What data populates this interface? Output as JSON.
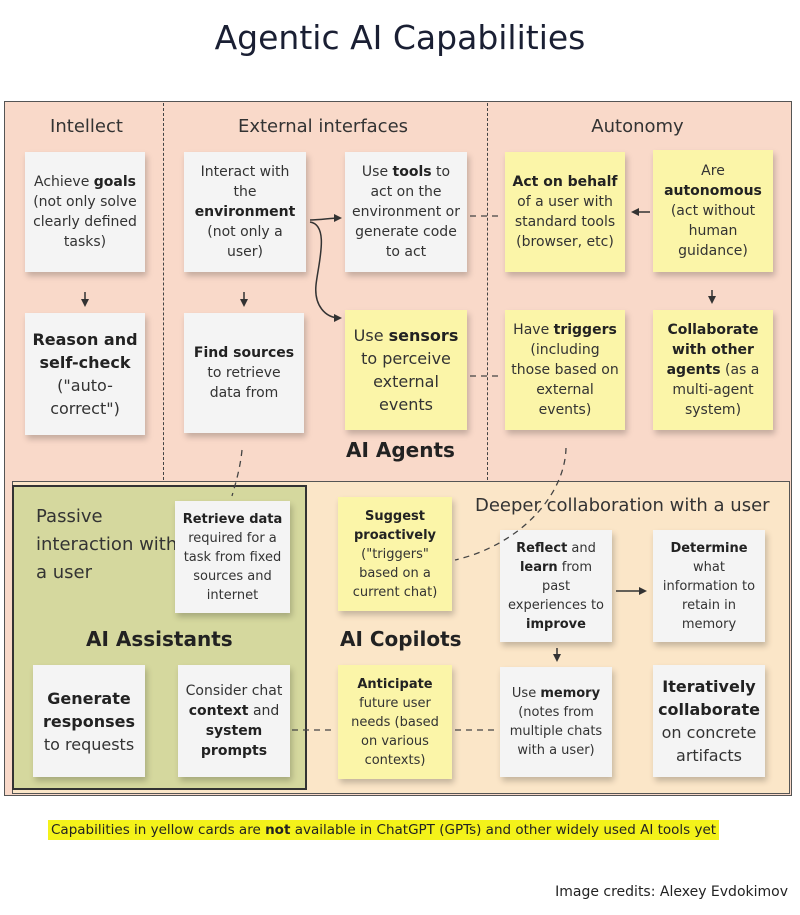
{
  "title": "Agentic AI Capabilities",
  "sections": {
    "intellect": "Intellect",
    "external": "External interfaces",
    "autonomy": "Autonomy"
  },
  "zones": {
    "agents": "AI Agents",
    "assistants": "AI Assistants",
    "copilots": "AI Copilots",
    "passive": "Passive interaction with a user",
    "deeper": "Deeper collaboration with a user"
  },
  "cards": {
    "goals": {
      "t1": "Achieve ",
      "b1": "goals",
      "t2": " (not only solve clearly defined tasks)"
    },
    "reason": {
      "b1": "Reason and self-check",
      "t1": " (\"auto-correct\")"
    },
    "interact": {
      "t1": "Interact with the ",
      "b1": "environment",
      "t2": " (not only a user)"
    },
    "find": {
      "b1": "Find sources",
      "t1": " to retrieve data from"
    },
    "tools": {
      "t1": "Use ",
      "b1": "tools",
      "t2": "  to act on the environment or generate code to act"
    },
    "sensors": {
      "t1": "Use ",
      "b1": "sensors",
      "t2": " to perceive external events"
    },
    "behalf": {
      "b1": "Act on behalf",
      "t1": " of a user with standard tools (browser, etc)"
    },
    "autonomous": {
      "t1": "Are ",
      "b1": "autonomous",
      "t2": " (act without human guidance)"
    },
    "triggers": {
      "t1": "Have ",
      "b1": "triggers",
      "t2": " (including those based on external events)"
    },
    "collab": {
      "b1": "Collaborate with other agents",
      "t1": " (as a multi-agent system)"
    },
    "retrieve": {
      "b1": "Retrieve data",
      "t1": " required for a task from fixed sources and internet"
    },
    "suggest": {
      "b1": "Suggest proactively",
      "t1": " (\"triggers\" based on a current chat)"
    },
    "reflect": {
      "b1": "Reflect",
      "t1": " and ",
      "b2": "learn",
      "t2": " from past experiences to ",
      "b3": "improve"
    },
    "determine": {
      "b1": "Determine",
      "t1": " what information to retain in memory"
    },
    "generate": {
      "b1": "Generate responses",
      "t1": " to requests"
    },
    "context": {
      "t1": "Consider chat ",
      "b1": "context",
      "t2": " and ",
      "b2": "system prompts"
    },
    "anticipate": {
      "b1": "Anticipate",
      "t1": " future user needs (based on various contexts)"
    },
    "memory": {
      "t1": "Use ",
      "b1": "memory",
      "t2": " (notes from multiple chats with a user)"
    },
    "iterate": {
      "b1": "Iteratively collaborate",
      "t1": " on concrete artifacts"
    }
  },
  "footer": {
    "note_t1": "Capabilities in yellow cards are ",
    "note_b1": "not",
    "note_t2": " available in ChatGPT (GPTs) and other widely used AI tools yet",
    "credit": "Image credits: Alexey Evdokimov"
  },
  "colors": {
    "agents_bg": "#f9d9c9",
    "copilots_bg": "#fbe6c8",
    "assistants_bg": "#d5d89e",
    "yellow_card": "#fbf5a8",
    "white_card": "#f4f4f4",
    "highlight": "#f4f21a"
  }
}
